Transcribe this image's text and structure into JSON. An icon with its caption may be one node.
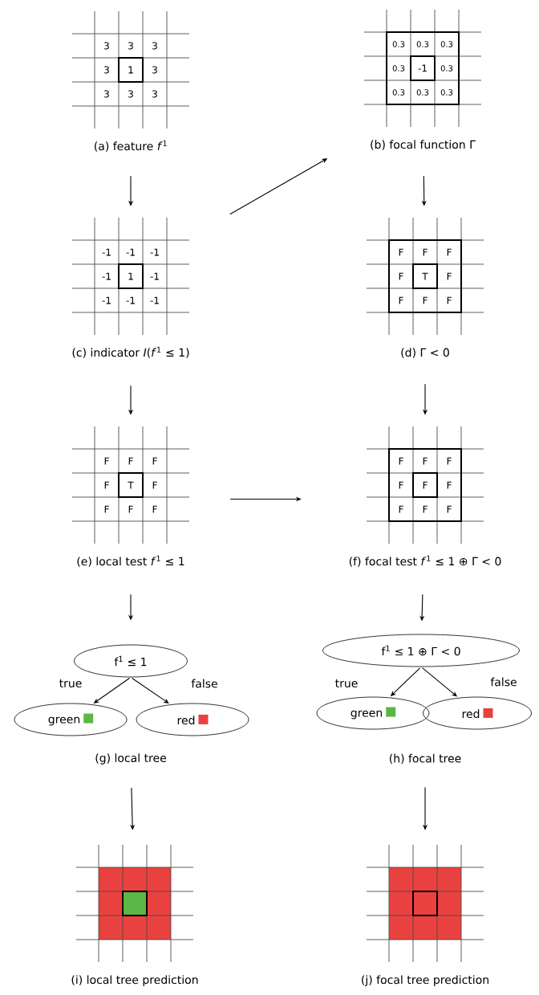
{
  "diagram": {
    "nodes": [
      {
        "text": [
          "3",
          "3",
          "3",
          "3",
          "1",
          "3",
          "3",
          "3",
          "3",
          "(a) feature *f*$^{1}$"
        ]
      },
      {
        "text": [
          "0.3",
          "0.3",
          "0.3",
          "0.3",
          "-1",
          "0.3",
          "0.3",
          "0.3",
          "0.3",
          "(b) focal function Γ"
        ]
      },
      {
        "text": [
          "-1",
          "-1",
          "-1",
          "-1",
          "1",
          "-1",
          "-1",
          "-1",
          "-1",
          "(c) indicator *I*(*f*$^{1}$ ≤ 1)"
        ]
      },
      {
        "text": [
          "F",
          "F",
          "F",
          "F",
          "T",
          "F",
          "F",
          "F",
          "F",
          "(d) Γ < 0"
        ]
      },
      {
        "text": [
          "F",
          "F",
          "F",
          "F",
          "T",
          "F",
          "F",
          "F",
          "F",
          "(e) local test *f*$^{1}$ ≤ 1"
        ]
      },
      {
        "text": [
          "F",
          "F",
          "F",
          "F",
          "F",
          "F",
          "F",
          "F",
          "F",
          "(f) focal test *f*$^{1}$ ≤ 1 ⊕ Γ < 0"
        ]
      },
      {
        "text": [
          "f$^{1}$ ≤ 1"
        ]
      },
      {
        "text": [
          "green"
        ]
      },
      {
        "text": [
          "red"
        ]
      },
      {
        "text": [
          "(g) local tree"
        ]
      },
      {
        "text": [
          "f$^{1}$ ≤ 1 ⊕ Γ < 0"
        ]
      },
      {
        "text": [
          "green"
        ]
      },
      {
        "text": [
          "red"
        ]
      },
      {
        "text": [
          "(h) focal tree"
        ]
      },
      {
        "text": [
          "(i) local tree prediction"
        ]
      },
      {
        "text": [
          "(j) focal tree prediction"
        ]
      }
    ],
    "edges": [
      {
        "from": 0,
        "to": 2,
        "arrow": "to"
      },
      {
        "from": 2,
        "to": 1,
        "arrow": "to"
      },
      {
        "from": 1,
        "to": 3,
        "arrow": "to"
      },
      {
        "from": 2,
        "to": 4,
        "arrow": "to"
      },
      {
        "from": 3,
        "to": 5,
        "arrow": "to"
      },
      {
        "from": 4,
        "to": 5,
        "arrow": "to"
      },
      {
        "from": 4,
        "to": 6,
        "arrow": "to"
      },
      {
        "from": 5,
        "to": 10,
        "arrow": "to"
      },
      {
        "from": 6,
        "to": 7,
        "arrow": "to",
        "label": "true"
      },
      {
        "from": 6,
        "to": 8,
        "arrow": "to",
        "label": "false"
      },
      {
        "from": 10,
        "to": 11,
        "arrow": "to",
        "label": "true"
      },
      {
        "from": 10,
        "to": 12,
        "arrow": "to",
        "label": "false"
      },
      {
        "from": 9,
        "to": 14,
        "arrow": "to"
      },
      {
        "from": 13,
        "to": 15,
        "arrow": "to"
      }
    ]
  }
}
